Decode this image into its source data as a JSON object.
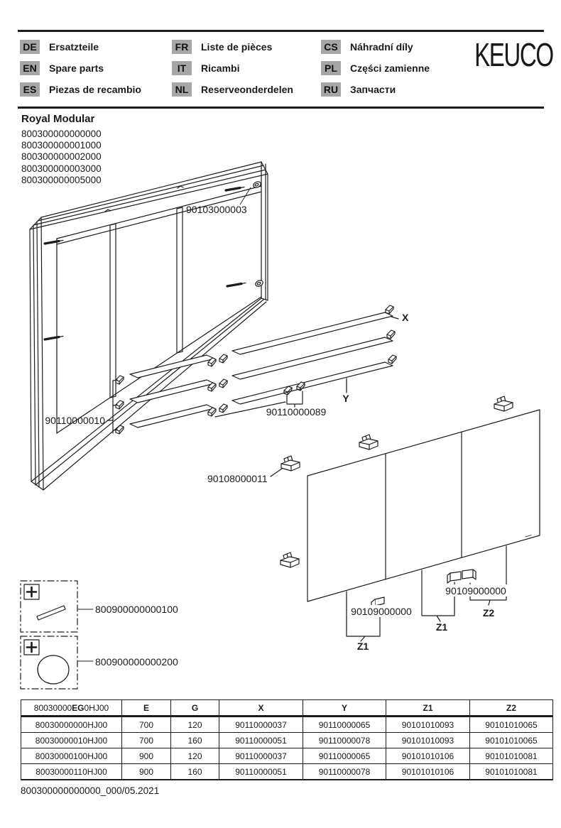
{
  "header": {
    "brand": "KEUCO",
    "languages": [
      {
        "code": "DE",
        "label": "Ersatzteile"
      },
      {
        "code": "EN",
        "label": "Spare parts"
      },
      {
        "code": "ES",
        "label": "Piezas de recambio"
      },
      {
        "code": "FR",
        "label": "Liste de pièces"
      },
      {
        "code": "IT",
        "label": "Ricambi"
      },
      {
        "code": "NL",
        "label": "Reserveonderdelen"
      },
      {
        "code": "CS",
        "label": "Náhradní díly"
      },
      {
        "code": "PL",
        "label": "Części zamienne"
      },
      {
        "code": "RU",
        "label": "Запчасти"
      }
    ]
  },
  "product": {
    "name": "Royal Modular",
    "codes": [
      "800300000000000",
      "800300000001000",
      "800300000002000",
      "800300000003000",
      "800300000005000"
    ]
  },
  "diagram": {
    "part_labels": {
      "frame_clip": "90103000003",
      "shelf_small": "90110000010",
      "shelf_clip": "90110000089",
      "door_hinge": "90108000011",
      "door_bracket_left": "90109000000",
      "door_bracket_right": "90109000000",
      "ref_x": "X",
      "ref_y": "Y",
      "ref_z1_left": "Z1",
      "ref_z1_mid": "Z1",
      "ref_z2": "Z2"
    },
    "accessories": [
      {
        "code": "800900000000100"
      },
      {
        "code": "800900000000200"
      }
    ]
  },
  "parts_table": {
    "header_model": {
      "prefix": "80030000",
      "bold": "EG",
      "suffix": "0HJ00"
    },
    "headers": [
      "E",
      "G",
      "X",
      "Y",
      "Z1",
      "Z2"
    ],
    "rows": [
      [
        "80030000000HJ00",
        "700",
        "120",
        "90110000037",
        "90110000065",
        "90101010093",
        "90101010065"
      ],
      [
        "80030000010HJ00",
        "700",
        "160",
        "90110000051",
        "90110000078",
        "90101010093",
        "90101010065"
      ],
      [
        "80030000100HJ00",
        "900",
        "120",
        "90110000037",
        "90110000065",
        "90101010106",
        "90101010081"
      ],
      [
        "80030000110HJ00",
        "900",
        "160",
        "90110000051",
        "90110000078",
        "90101010106",
        "90101010081"
      ]
    ]
  },
  "footer": {
    "doc_ref": "800300000000000_000/05.2021"
  }
}
